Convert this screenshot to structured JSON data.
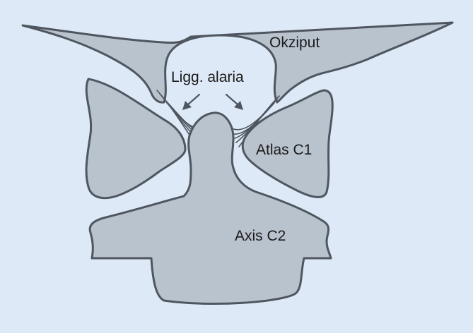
{
  "labels": {
    "occiput": "Okziput",
    "alar_ligaments": "Ligg. alaria",
    "atlas": "Atlas C1",
    "axis": "Axis C2"
  },
  "colors": {
    "background": "#dde9f6",
    "bone_fill": "#b9c3ce",
    "outline": "#4f5660"
  }
}
